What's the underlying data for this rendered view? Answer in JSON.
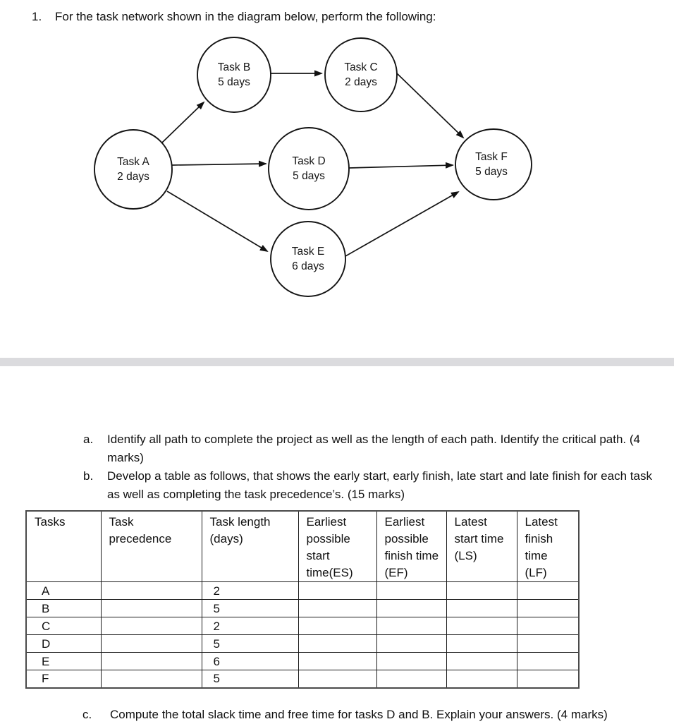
{
  "page": {
    "question_number": "1.",
    "question_text": "For the task network shown in the diagram below, perform the following:"
  },
  "diagram": {
    "type": "task-network",
    "nodes": [
      {
        "id": "A",
        "label": "Task A",
        "duration": "2 days"
      },
      {
        "id": "B",
        "label": "Task B",
        "duration": "5 days"
      },
      {
        "id": "C",
        "label": "Task C",
        "duration": "2 days"
      },
      {
        "id": "D",
        "label": "Task D",
        "duration": "5 days"
      },
      {
        "id": "E",
        "label": "Task E",
        "duration": "6 days"
      },
      {
        "id": "F",
        "label": "Task F",
        "duration": "5 days"
      }
    ],
    "edges": [
      {
        "from": "A",
        "to": "B"
      },
      {
        "from": "B",
        "to": "C"
      },
      {
        "from": "C",
        "to": "F"
      },
      {
        "from": "A",
        "to": "D"
      },
      {
        "from": "D",
        "to": "F"
      },
      {
        "from": "A",
        "to": "E"
      },
      {
        "from": "E",
        "to": "F"
      }
    ]
  },
  "subquestions": {
    "a": {
      "marker": "a.",
      "text": "Identify all path to complete the project as well as the length of each path.  Identify the critical path. (4 marks)"
    },
    "b": {
      "marker": "b.",
      "text": "Develop a table as follows, that shows the early start, early finish, late start and late finish for each task as well as completing the task precedence’s. (15 marks)"
    },
    "c": {
      "marker": "c.",
      "text": "Compute the total slack time and free time for tasks D and B.  Explain your answers. (4 marks)"
    }
  },
  "table": {
    "headers": {
      "tasks": "Tasks",
      "precedence": "Task precedence",
      "length": "Task length (days)",
      "es": "Earliest possible start time(ES)",
      "ef": "Earliest possible finish time (EF)",
      "ls": "Latest start time (LS)",
      "lf": "Latest finish time (LF)"
    },
    "rows": [
      {
        "task": "A",
        "precedence": "",
        "length": "2",
        "es": "",
        "ef": "",
        "ls": "",
        "lf": ""
      },
      {
        "task": "B",
        "precedence": "",
        "length": "5",
        "es": "",
        "ef": "",
        "ls": "",
        "lf": ""
      },
      {
        "task": "C",
        "precedence": "",
        "length": "2",
        "es": "",
        "ef": "",
        "ls": "",
        "lf": ""
      },
      {
        "task": "D",
        "precedence": "",
        "length": "5",
        "es": "",
        "ef": "",
        "ls": "",
        "lf": ""
      },
      {
        "task": "E",
        "precedence": "",
        "length": "6",
        "es": "",
        "ef": "",
        "ls": "",
        "lf": ""
      },
      {
        "task": "F",
        "precedence": "",
        "length": "5",
        "es": "",
        "ef": "",
        "ls": "",
        "lf": ""
      }
    ]
  },
  "colors": {
    "ink": "#111111",
    "separator": "#dbdbde"
  }
}
